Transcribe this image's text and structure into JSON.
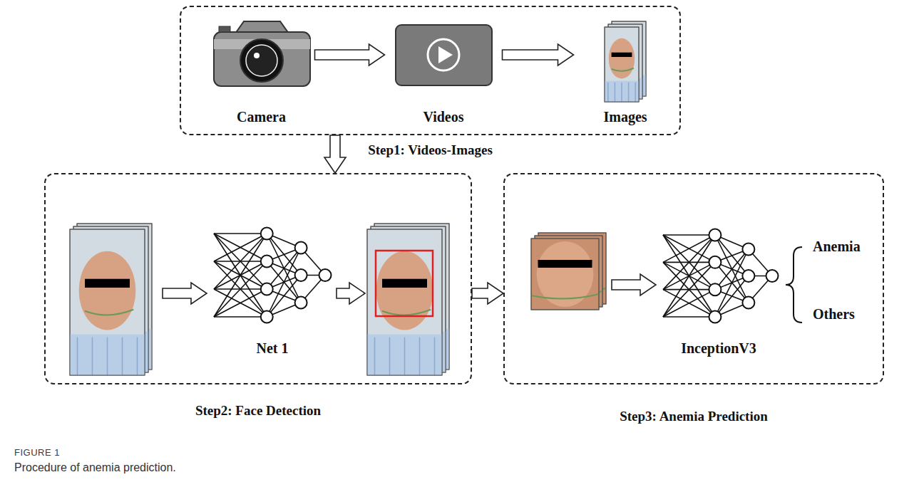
{
  "diagram": {
    "caption": "Procedure of anemia prediction.",
    "nodes": [
      {
        "text": [
          "Step1: Videos-Images"
        ]
      },
      {
        "text": [
          "Camera"
        ],
        "in": 0
      },
      {
        "text": [
          "Videos"
        ],
        "in": 0
      },
      {
        "text": [
          "Images"
        ],
        "in": 0
      },
      {
        "text": [
          "Step2: Face Detection"
        ]
      },
      {
        "text": [
          "Net 1"
        ],
        "in": 4
      },
      {
        "text": [
          "Step3: Anemia Prediction"
        ]
      },
      {
        "text": [
          "InceptionV3"
        ],
        "in": 6
      }
    ],
    "edges": [
      {
        "from": 1,
        "to": 2,
        "arrow": "to"
      },
      {
        "from": 2,
        "to": 3,
        "arrow": "to"
      },
      {
        "from": 0,
        "to": 4,
        "arrow": "to"
      },
      {
        "from": 4,
        "to": 6,
        "arrow": "to"
      }
    ],
    "labels": [
      "Anemia",
      "Others",
      "FIGURE 1"
    ]
  }
}
